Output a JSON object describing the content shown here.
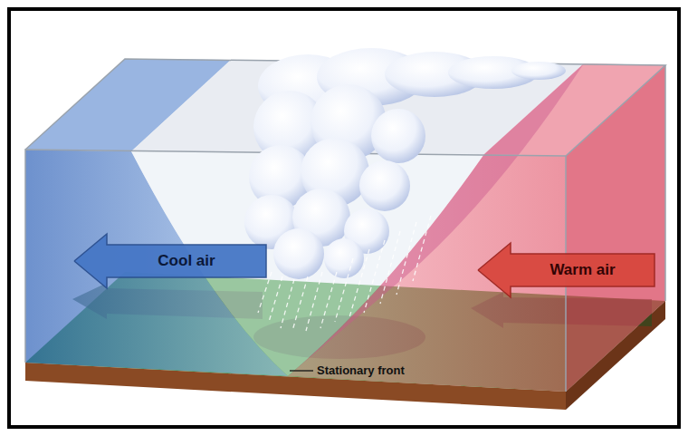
{
  "diagram": {
    "nodes": [
      {
        "text": [
          "Cool air"
        ]
      },
      {
        "text": [
          "Warm air"
        ]
      }
    ],
    "labels": [
      "Stationary front"
    ]
  }
}
